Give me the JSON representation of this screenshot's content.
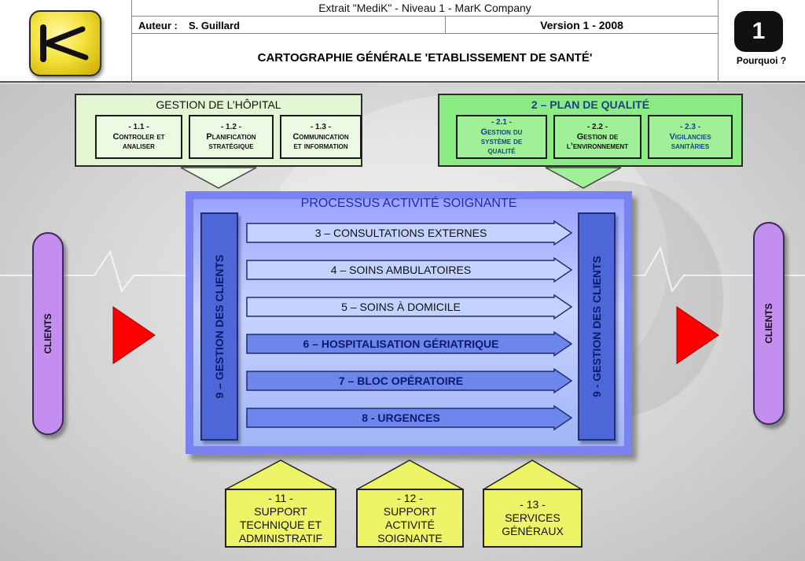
{
  "header": {
    "extract": "Extrait \"MediK\" - Niveau 1 - MarK Company",
    "author_label": "Auteur :",
    "author_name": "S. Guillard",
    "version": "Version 1 - 2008",
    "title": "CARTOGRAPHIE GÉNÉRALE 'ETABLISSEMENT DE SANTÉ'",
    "number": "1",
    "why": "Pourquoi ?"
  },
  "gestion": {
    "title": "GESTION DE L’HÔPITAL",
    "items": [
      {
        "num": "- 1.1 -",
        "line1": "Controler et",
        "line2": "analiser"
      },
      {
        "num": "- 1.2 -",
        "line1": "Planification",
        "line2": "stratégique"
      },
      {
        "num": "- 1.3 -",
        "line1": "Communication",
        "line2": "et information"
      }
    ]
  },
  "qualite": {
    "title": "2 – PLAN DE QUALITÉ",
    "items": [
      {
        "num": "- 2.1 -",
        "line1": "Gestion du",
        "line2": "système de",
        "line3": "qualité"
      },
      {
        "num": "- 2.2 -",
        "line1": "Gestion de",
        "line2": "l’environnement"
      },
      {
        "num": "- 2.3 -",
        "line1": "Vigilancies",
        "line2": "sanitàries"
      }
    ]
  },
  "process": {
    "title": "PROCESSUS ACTIVITÉ SOIGNANTE",
    "left_bar": "9 – GESTION DES CLIENTS",
    "right_bar": "9 - GESTION DES CLIENTS",
    "steps": [
      "3 – CONSULTATIONS EXTERNES",
      "4 – SOINS AMBULATOIRES",
      "5 – SOINS À DOMICILE",
      "6 – HOSPITALISATION GÉRIATRIQUE",
      "7 – BLOC OPÉRATOIRE",
      "8 - URGENCES"
    ]
  },
  "clients": {
    "left": "CLIENTS",
    "right": "CLIENTS"
  },
  "support": [
    {
      "num": "- 11 -",
      "lines": [
        "SUPPORT",
        "TECHNIQUE ET",
        "ADMINISTRATIF"
      ]
    },
    {
      "num": "- 12 -",
      "lines": [
        "SUPPORT",
        "ACTIVITÉ",
        "SOIGNANTE"
      ]
    },
    {
      "num": "- 13 -",
      "lines": [
        "SERVICES",
        "GÉNÉRAUX"
      ]
    }
  ],
  "colors": {
    "gestion_bg": "#e3f6d3",
    "qualite_bg": "#8cec84",
    "process_bg": "#7a82f2",
    "clients_pill": "#c48ef0",
    "client_arrow": "#ff0000",
    "support_bg": "#eef468"
  }
}
